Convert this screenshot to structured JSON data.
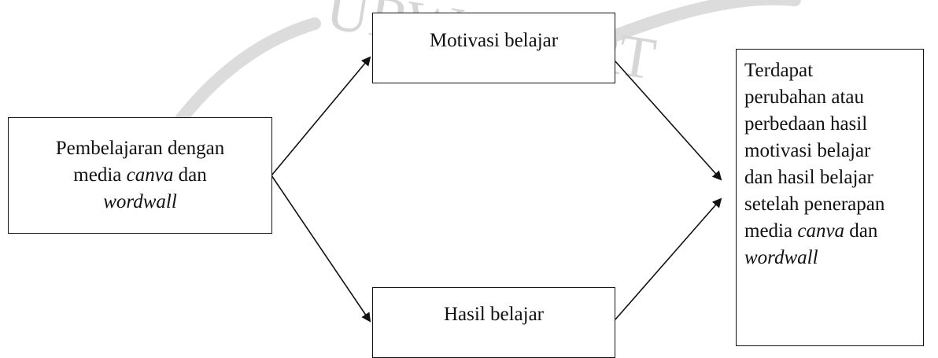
{
  "watermark": {
    "text": "URWOKERT",
    "color": "#d9d9d9"
  },
  "nodes": {
    "left": {
      "line1": "Pembelajaran dengan",
      "line2_pre": "media ",
      "line2_em": "canva",
      "line2_post": " dan",
      "line3_em": "wordwall"
    },
    "top": {
      "label": "Motivasi belajar"
    },
    "bottom": {
      "label": "Hasil belajar"
    },
    "right": {
      "lines": [
        "Terdapat",
        "perubahan atau",
        "perbedaan hasil",
        "motivasi belajar",
        "dan hasil belajar",
        "setelah penerapan"
      ],
      "line7_pre": "media ",
      "line7_em": "canva",
      "line7_post": " dan",
      "line8_em": "wordwall"
    }
  },
  "colors": {
    "stroke": "#111111",
    "background": "#ffffff"
  }
}
